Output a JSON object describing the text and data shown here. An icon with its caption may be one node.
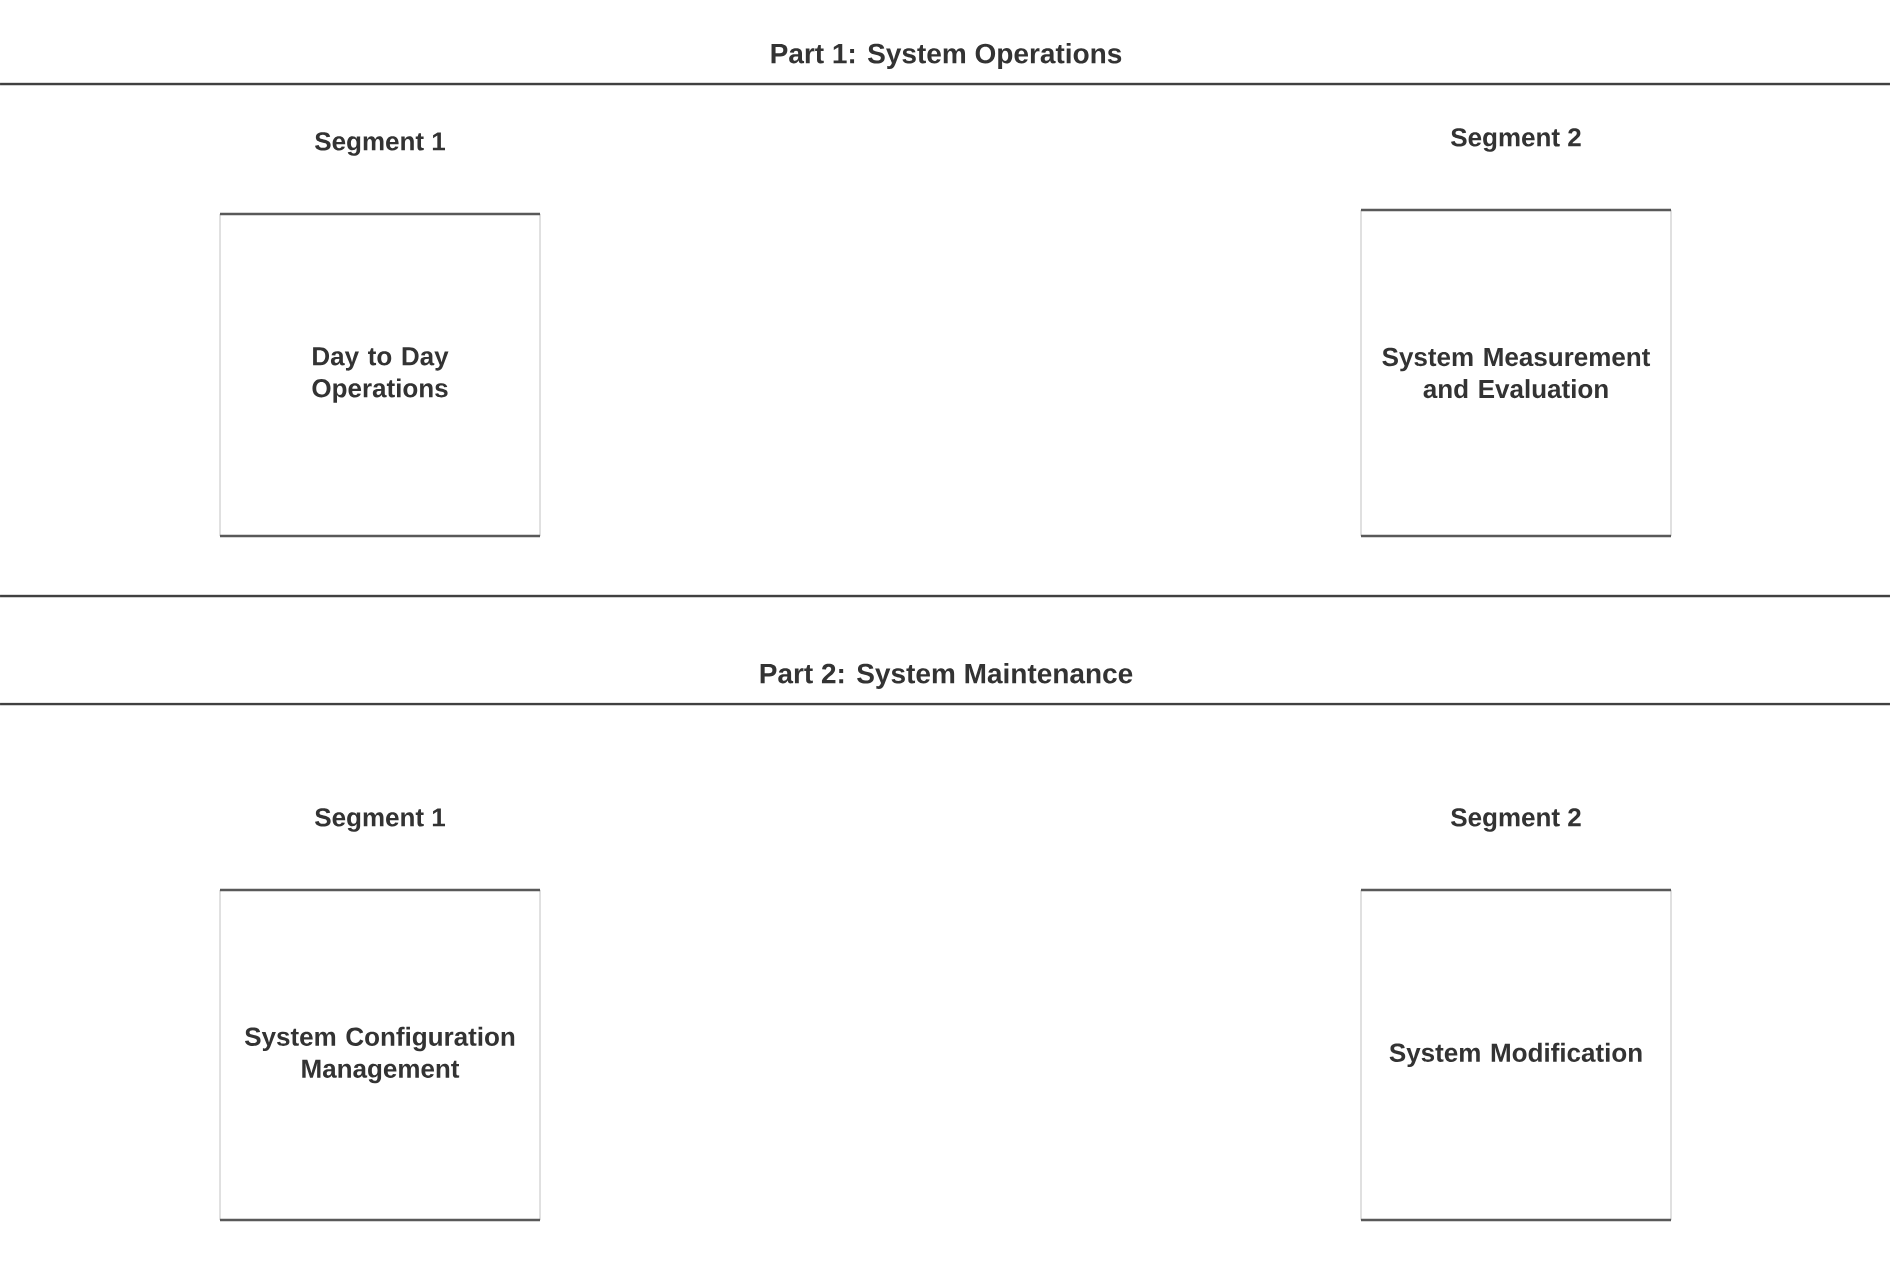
{
  "diagram": {
    "nodes": [
      {
        "text": [
          "Segment 1",
          "Day to Day Operations"
        ]
      },
      {
        "text": [
          "Segment 2",
          "System Measurement and Evaluation"
        ]
      },
      {
        "text": [
          "Segment 1",
          "System Configuration Management"
        ]
      },
      {
        "text": [
          "Segment 2",
          "System Modification"
        ]
      }
    ],
    "labels": [
      "Part 1: System Operations",
      "Part 2: System Maintenance"
    ]
  }
}
